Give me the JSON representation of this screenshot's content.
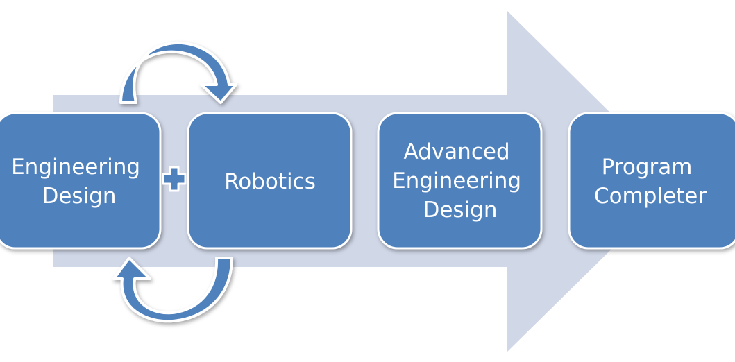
{
  "diagram": {
    "stages": [
      {
        "lines": [
          "Engineering",
          "Design"
        ]
      },
      {
        "lines": [
          "Robotics"
        ]
      },
      {
        "lines": [
          "Advanced",
          "Engineering",
          "Design"
        ]
      },
      {
        "lines": [
          "Program",
          "Completer"
        ]
      }
    ]
  },
  "colors": {
    "background_arrow": "#d0d7e7",
    "box_fill": "#4f81bd",
    "box_border": "#ffffff",
    "text": "#ffffff"
  }
}
